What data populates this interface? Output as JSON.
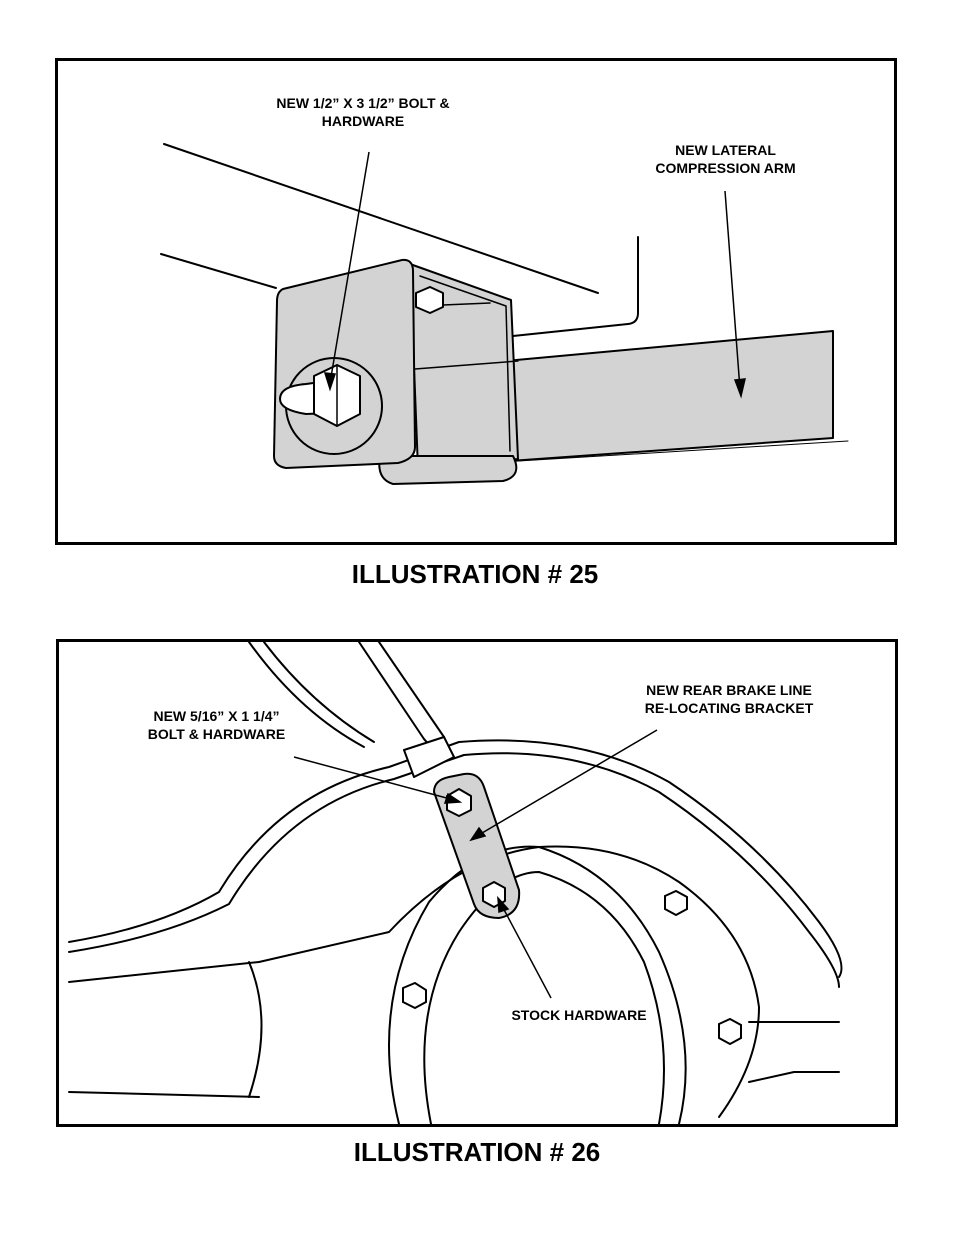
{
  "illustrations": [
    {
      "caption": "ILLUSTRATION # 25",
      "callouts": {
        "bolt": [
          "NEW 1/2” X 3 1/2” BOLT &",
          "HARDWARE"
        ],
        "arm": [
          "NEW LATERAL",
          "COMPRESSION ARM"
        ]
      }
    },
    {
      "caption": "ILLUSTRATION # 26",
      "callouts": {
        "bolt": [
          "NEW 5/16” X 1 1/4”",
          "BOLT & HARDWARE"
        ],
        "bracket": [
          "NEW REAR BRAKE LINE",
          "RE-LOCATING BRACKET"
        ],
        "stock": [
          "STOCK HARDWARE"
        ]
      }
    }
  ],
  "colors": {
    "line": "#000000",
    "part_fill": "#d3d3d3",
    "background": "#ffffff"
  }
}
